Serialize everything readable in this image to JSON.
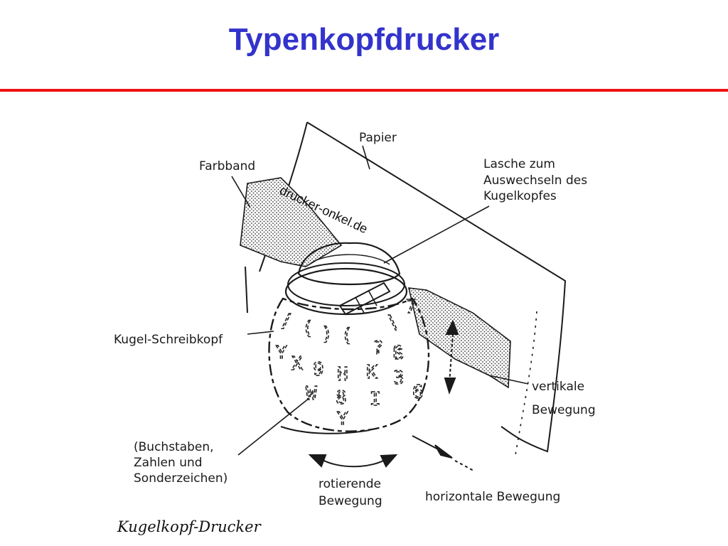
{
  "title": "Typenkopfdrucker",
  "colors": {
    "title": "#3333cc",
    "rule": "#ee1111",
    "ink": "#1a1a1a"
  },
  "labels": {
    "papier": "Papier",
    "farbband": "Farbband",
    "lasche": [
      "Lasche zum",
      "Auswechseln des",
      "Kugelkopfes"
    ],
    "kugel": "Kugel-Schreibkopf",
    "vertikal": [
      "vertikale",
      "Bewegung"
    ],
    "buchstaben": [
      "(Buchstaben,",
      "Zahlen und",
      "Sonderzeichen)"
    ],
    "rotierend": [
      "rotierende",
      "Bewegung"
    ],
    "horizontal": "horizontale Bewegung"
  },
  "watermark": "drucker-onkel.de",
  "caption": "Kugelkopf-Drucker",
  "glyphs": [
    "/",
    "(",
    ")",
    "(",
    "\\",
    "Y",
    "X",
    "?",
    "ß",
    "7",
    "9",
    "H",
    "K",
    "3",
    "W",
    "8",
    "I",
    "Y",
    "6"
  ]
}
